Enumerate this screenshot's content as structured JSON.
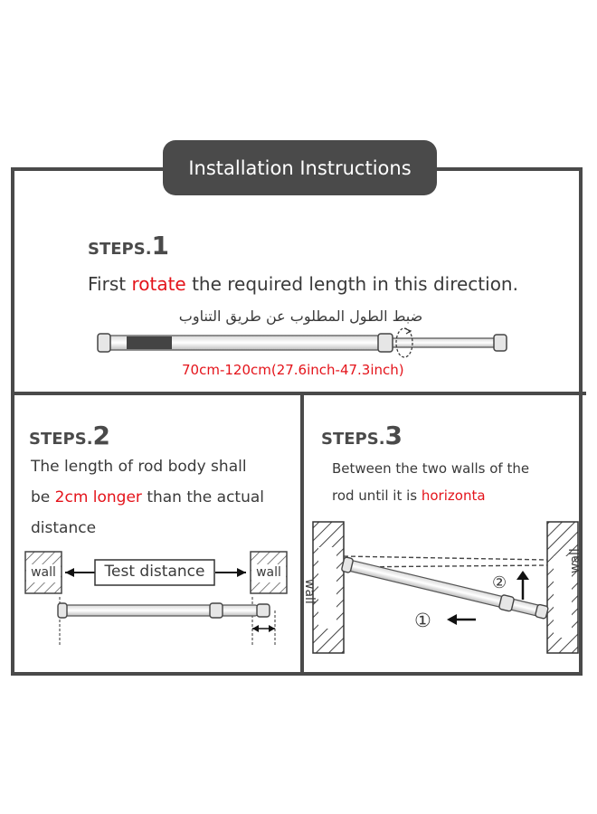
{
  "header": {
    "title": "Installation Instructions"
  },
  "step1": {
    "label": "STEPS.",
    "number": "1",
    "text_before": "First ",
    "text_highlight": "rotate",
    "text_after": " the required length in this direction.",
    "arabic": "ضبط الطول المطلوب عن طريق التناوب",
    "range": "70cm-120cm(27.6inch-47.3inch)"
  },
  "step2": {
    "label": "STEPS.",
    "number": "2",
    "line1": "The length of rod body shall",
    "line2_before": "be ",
    "line2_highlight": "2cm longer",
    "line2_after": " than the actual",
    "line3": "distance",
    "wall_left": "wall",
    "wall_right": "wall",
    "measure_label": "Test distance"
  },
  "step3": {
    "label": "STEPS.",
    "number": "3",
    "line1": "Between the two walls of the",
    "line2_before": "rod until it is ",
    "line2_highlight": "horizonta",
    "wall_left": "wall",
    "wall_right": "wall",
    "marker1": "①",
    "marker2": "②"
  },
  "colors": {
    "accent": "#e4141b",
    "frame": "#4a4a4a",
    "text": "#3a3a3a"
  }
}
